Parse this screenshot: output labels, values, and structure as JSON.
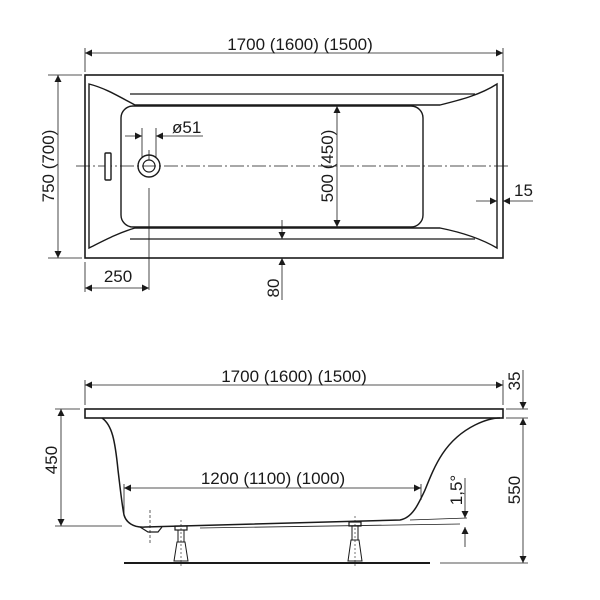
{
  "diagram": {
    "subject": "Rectangular bathtub technical drawing",
    "units": "mm",
    "colors": {
      "line": "#1a1a1a",
      "background": "#ffffff"
    }
  },
  "top_view": {
    "overall_length": "1700 (1600) (1500)",
    "overall_width": "750 (700)",
    "drain_diameter": "ø51",
    "inner_width": "500 (450)",
    "rim_thickness": "15",
    "drain_offset": "250",
    "bottom_rim": "80"
  },
  "side_view": {
    "overall_length": "1700 (1600) (1500)",
    "bottom_length": "1200 (1100) (1000)",
    "rim_height": "35",
    "tub_depth": "450",
    "total_height": "550",
    "slope_angle": "1,5°"
  }
}
